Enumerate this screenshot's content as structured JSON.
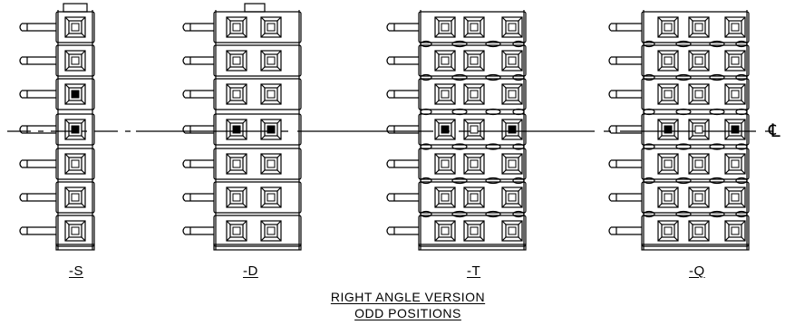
{
  "labels": {
    "single": "-S",
    "double": "-D",
    "triple": "-T",
    "quad": "-Q"
  },
  "caption": {
    "line1": "RIGHT ANGLE VERSION",
    "line2": "ODD POSITIONS"
  },
  "centerline_symbol": "℄"
}
